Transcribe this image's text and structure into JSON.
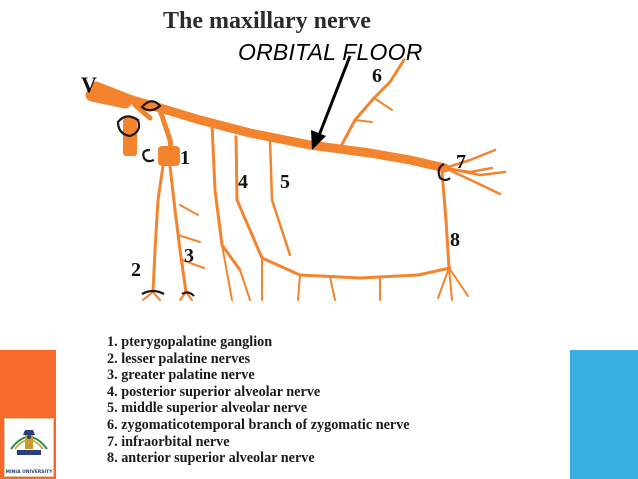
{
  "slide": {
    "title": "The maxillary nerve",
    "annotation_label": "ORBITAL FLOOR",
    "colors": {
      "nerve": "#f4832e",
      "left_accent": "#f56a2c",
      "right_accent": "#3ab0e2",
      "arrow": "#000000"
    }
  },
  "diagram": {
    "trunk_label": "V",
    "numbers": [
      "1",
      "2",
      "3",
      "4",
      "5",
      "6",
      "7",
      "8"
    ]
  },
  "legend": [
    "1. pterygopalatine ganglion",
    "2. lesser palatine nerves",
    "3. greater palatine nerve",
    "4. posterior superior alveolar nerve",
    "5. middle superior alveolar nerve",
    "6. zygomaticotemporal branch of zygomatic nerve",
    "7. infraorbital nerve",
    "8. anterior superior alveolar nerve"
  ],
  "logo": {
    "icon": "university-seal-icon",
    "caption": "MINIA UNIVERSITY"
  }
}
